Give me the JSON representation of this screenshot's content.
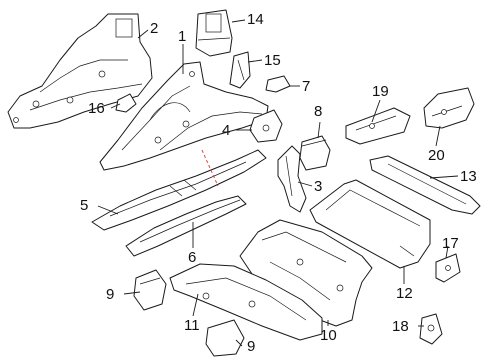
{
  "callouts": {
    "c1": "1",
    "c2": "2",
    "c3": "3",
    "c4": "4",
    "c5": "5",
    "c6": "6",
    "c7": "7",
    "c8": "8",
    "c9a": "9",
    "c9b": "9",
    "c10": "10",
    "c11": "11",
    "c12": "12",
    "c13": "13",
    "c14": "14",
    "c15": "15",
    "c16": "16",
    "c17": "17",
    "c18": "18",
    "c19": "19",
    "c20": "20"
  },
  "colors": {
    "line": "#1a1a1a",
    "annotation": "#d9443a"
  }
}
